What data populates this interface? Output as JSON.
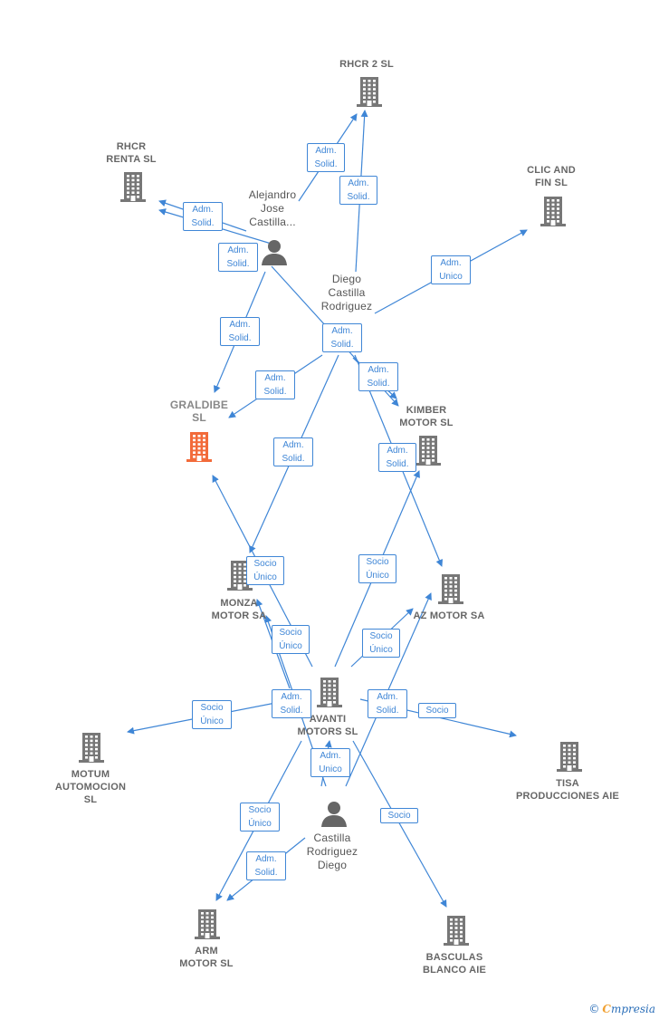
{
  "colors": {
    "edge": "#3f86d6",
    "building": "#777777",
    "focus_building": "#f26b3a",
    "person": "#666666"
  },
  "nodes": {
    "rhcr2": {
      "label": "RHCR 2  SL",
      "icon": "building-icon"
    },
    "rhcr_renta": {
      "label": "RHCR\nRENTA  SL",
      "icon": "building-icon"
    },
    "alejandro": {
      "label": "Alejandro\nJose\nCastilla...",
      "icon": "person-icon"
    },
    "clic_and_fin": {
      "label": "CLIC AND\nFIN  SL",
      "icon": "building-icon"
    },
    "diego": {
      "label": "Diego\nCastilla\nRodriguez",
      "icon": "person-icon"
    },
    "graldibe": {
      "label": "GRALDIBE\nSL",
      "icon": "building-icon"
    },
    "kimber": {
      "label": "KIMBER\nMOTOR  SL",
      "icon": "building-icon"
    },
    "monza": {
      "label": "MONZA\nMOTOR SA",
      "icon": "building-icon"
    },
    "az_motor": {
      "label": "AZ MOTOR SA",
      "icon": "building-icon"
    },
    "avanti": {
      "label": "AVANTI\nMOTORS SL",
      "icon": "building-icon"
    },
    "motum": {
      "label": "MOTUM\nAUTOMOCION\nSL",
      "icon": "building-icon"
    },
    "tisa": {
      "label": "TISA\nPRODUCCIONES AIE",
      "icon": "building-icon"
    },
    "castilla_diego": {
      "label": "Castilla\nRodriguez\nDiego",
      "icon": "person-icon"
    },
    "arm": {
      "label": "ARM\nMOTOR SL",
      "icon": "building-icon"
    },
    "basculas": {
      "label": "BASCULAS\nBLANCO AIE",
      "icon": "building-icon"
    }
  },
  "edge_labels": [
    "Adm.\nSolid.",
    "Adm.\nSolid.",
    "Adm.\nSolid.",
    "Adm.\nSolid.",
    "Adm.\nUnico",
    "Adm.\nSolid.",
    "Adm.\nSolid.",
    "Adm.\nSolid.",
    "Adm.\nSolid.",
    "Adm.\nSolid.",
    "Adm.\nSolid.",
    "Socio\nÚnico",
    "Socio\nÚnico",
    "Socio\nÚnico",
    "Socio\nÚnico",
    "Socio\nÚnico",
    "Adm.\nSolid.",
    "Adm.\nSolid.",
    "Socio",
    "Adm.\nUnico",
    "Socio\nÚnico",
    "Adm.\nSolid.",
    "Socio"
  ],
  "footer": {
    "copyright": "©",
    "brand_first": "C",
    "brand_rest": "mpresia"
  }
}
